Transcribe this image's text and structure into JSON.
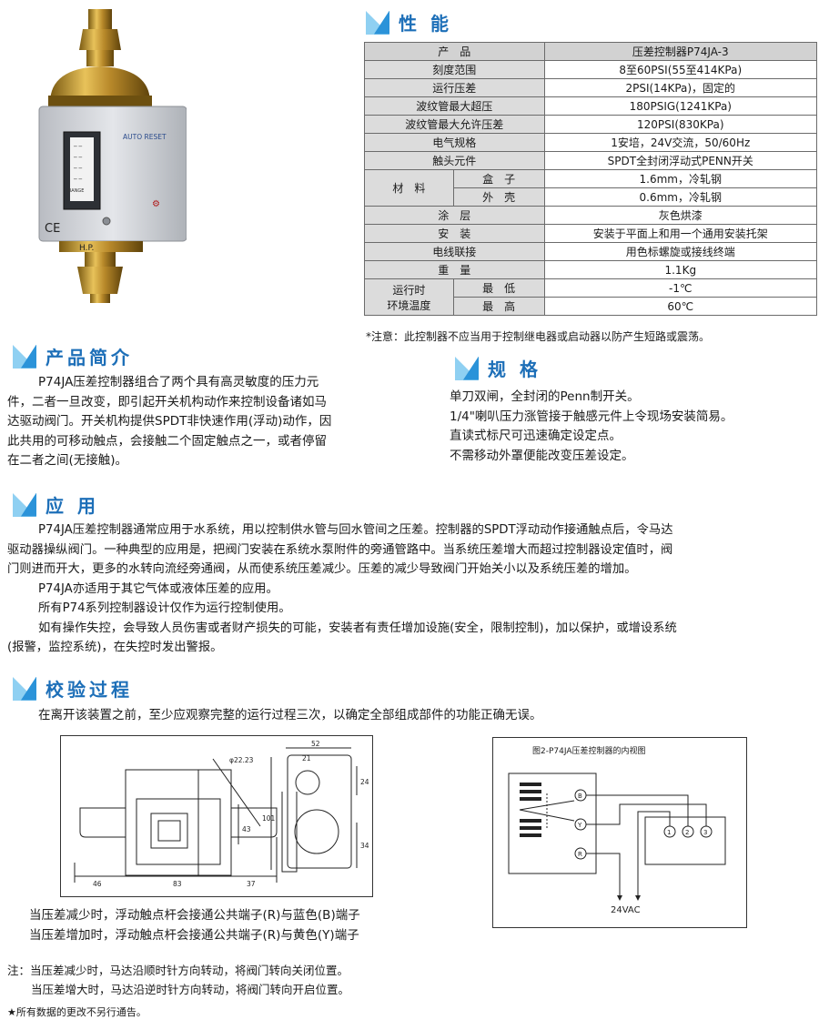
{
  "product_photo": {
    "label_auto_reset": "AUTO RESET",
    "label_hp": "H.P.",
    "label_range": "RANGE",
    "label_mark": "CE"
  },
  "performance": {
    "title": "性 能",
    "rows": [
      {
        "label": "产　品",
        "value": "压差控制器P74JA-3"
      },
      {
        "label": "刻度范围",
        "value": "8至60PSI(55至414KPa)"
      },
      {
        "label": "运行压差",
        "value": "2PSI(14KPa)，固定的"
      },
      {
        "label": "波纹管最大超压",
        "value": "180PSIG(1241KPa)"
      },
      {
        "label": "波纹管最大允许压差",
        "value": "120PSI(830KPa)"
      },
      {
        "label": "电气规格",
        "value": "1安培，24V交流，50/60Hz"
      },
      {
        "label": "触头元件",
        "value": "SPDT全封闭浮动式PENN开关"
      }
    ],
    "material": {
      "label": "材　料",
      "sub": [
        {
          "label": "盒　子",
          "value": "1.6mm，冷轧钢"
        },
        {
          "label": "外　壳",
          "value": "0.6mm，冷轧钢"
        }
      ]
    },
    "rows2": [
      {
        "label": "涂　层",
        "value": "灰色烘漆"
      },
      {
        "label": "安　装",
        "value": "安装于平面上和用一个通用安装托架"
      },
      {
        "label": "电线联接",
        "value": "用色标螺旋或接线终端"
      },
      {
        "label": "重　量",
        "value": "1.1Kg"
      }
    ],
    "ambient": {
      "label1": "运行时",
      "label2": "环境温度",
      "sub": [
        {
          "label": "最　低",
          "value": "-1℃"
        },
        {
          "label": "最　高",
          "value": "60℃"
        }
      ]
    },
    "note": "*注意：此控制器不应当用于控制继电器或启动器以防产生短路或震荡。"
  },
  "intro": {
    "title": "产品简介",
    "lines": [
      "P74JA压差控制器组合了两个具有高灵敏度的压力元",
      "件，二者一旦改变，即引起开关机构动作来控制设备诸如马",
      "达驱动阀门。开关机构提供SPDT非快速作用(浮动)动作，因",
      "此共用的可移动触点，会接触二个固定触点之一，或者停留",
      "在二者之间(无接触)。"
    ]
  },
  "spec": {
    "title": "规 格",
    "lines": [
      "单刀双闸，全封闭的Penn制开关。",
      "1/4\"喇叭压力涨管接于触感元件上令现场安装简易。",
      "直读式标尺可迅速确定设定点。",
      "不需移动外罩便能改变压差设定。"
    ]
  },
  "application": {
    "title": "应 用",
    "lines": [
      "P74JA压差控制器通常应用于水系统，用以控制供水管与回水管间之压差。控制器的SPDT浮动动作接通触点后，令马达",
      "驱动器操纵阀门。一种典型的应用是，把阀门安装在系统水泵附件的旁通管路中。当系统压差增大而超过控制器设定值时，阀",
      "门则进而开大，更多的水转向流经旁通阀，从而使系统压差减少。压差的减少导致阀门开始关小以及系统压差的增加。",
      "P74JA亦适用于其它气体或液体压差的应用。",
      "所有P74系列控制器设计仅作为运行控制使用。",
      "如有操作失控，会导致人员伤害或者财产损失的可能，安装者有责任增加设施(安全，限制控制)，加以保护，或增设系统",
      "(报警，监控系统)，在失控时发出警报。"
    ]
  },
  "calibration": {
    "title": "校验过程",
    "text": "在离开该装置之前，至少应观察完整的运行过程三次，以确定全部组成部件的功能正确无误。"
  },
  "dimension_drawing": {
    "dims": [
      "φ22.23",
      "52",
      "21",
      "24",
      "101",
      "43",
      "34",
      "46",
      "83",
      "37"
    ]
  },
  "wiring_diagram": {
    "caption": "图2-P74JA压差控制器的内视图",
    "terminals": [
      "B",
      "Y",
      "R"
    ],
    "motor_terminals": [
      "1",
      "2",
      "3"
    ],
    "supply": "24VAC"
  },
  "footer": {
    "lines": [
      "当压差减少时，浮动触点杆会接通公共端子(R)与蓝色(B)端子",
      "当压差增加时，浮动触点杆会接通公共端子(R)与黄色(Y)端子"
    ],
    "notes": [
      "注：当压差减少时，马达沿顺时针方向转动，将阀门转向关闭位置。",
      "当压差增大时，马达沿逆时针方向转动，将阀门转向开启位置。"
    ],
    "disclaimer": "★所有数据的更改不另行通告。"
  }
}
